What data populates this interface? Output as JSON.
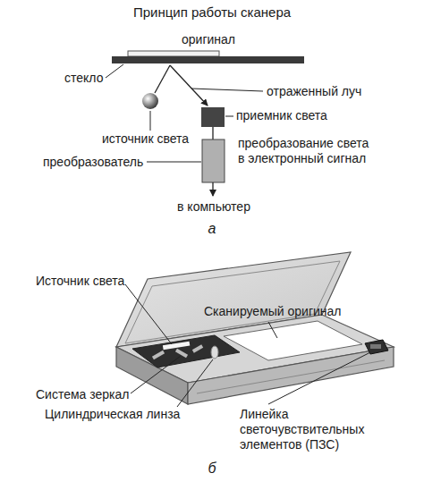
{
  "diagram": {
    "title": "Принцип работы сканера",
    "labels": [
      "оригинал",
      "стекло",
      "отраженный луч",
      "приемник света",
      "источник света",
      "преобразование света в электронный сигнал",
      "преобразователь",
      "в компьютер",
      "а",
      "Источник света",
      "Сканируемый оригинал",
      "Система зеркал",
      "Цилиндрическая линза",
      "Линейка светочувствительных элементов (ПЗС)",
      "б"
    ]
  }
}
